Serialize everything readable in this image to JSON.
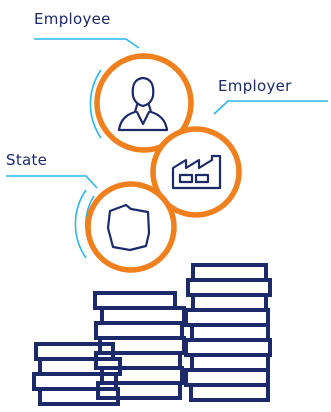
{
  "labels": {
    "employee": "Employee",
    "employer": "Employer",
    "state": "State"
  },
  "colors": {
    "label_text": "#1c2a6b",
    "leader_line": "#29b6e8",
    "ring": "#f07f1e",
    "icon_stroke": "#1c2a6b",
    "stacks": "#1c2a6b",
    "background": "#ffffff"
  },
  "icons": {
    "employee": "person-icon",
    "employer": "factory-icon",
    "state": "map-region-icon",
    "stacks": "coin-stacks-icon"
  }
}
